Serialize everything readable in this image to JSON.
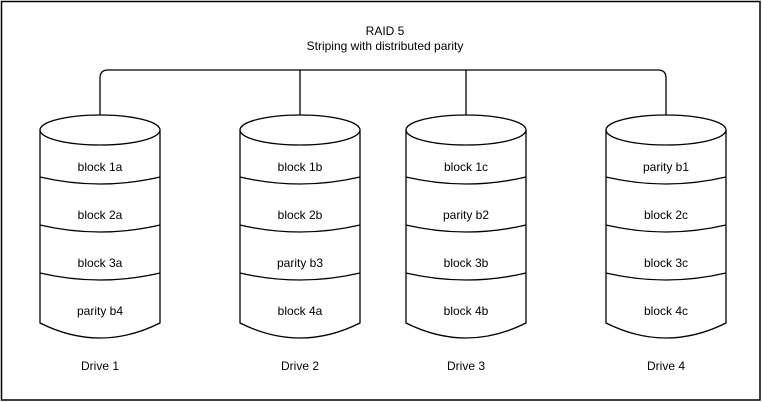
{
  "colors": {
    "line": "#000000",
    "background": "#ffffff"
  },
  "diagram": {
    "title": "RAID 5",
    "subtitle": "Striping with distributed parity",
    "drives": [
      {
        "name": "Drive 1",
        "blocks": [
          "block 1a",
          "block 2a",
          "block 3a",
          "parity b4"
        ]
      },
      {
        "name": "Drive 2",
        "blocks": [
          "block 1b",
          "block 2b",
          "parity b3",
          "block 4a"
        ]
      },
      {
        "name": "Drive 3",
        "blocks": [
          "block 1c",
          "parity b2",
          "block 3b",
          "block 4b"
        ]
      },
      {
        "name": "Drive 4",
        "blocks": [
          "parity b1",
          "block 2c",
          "block 3c",
          "block 4c"
        ]
      }
    ]
  }
}
